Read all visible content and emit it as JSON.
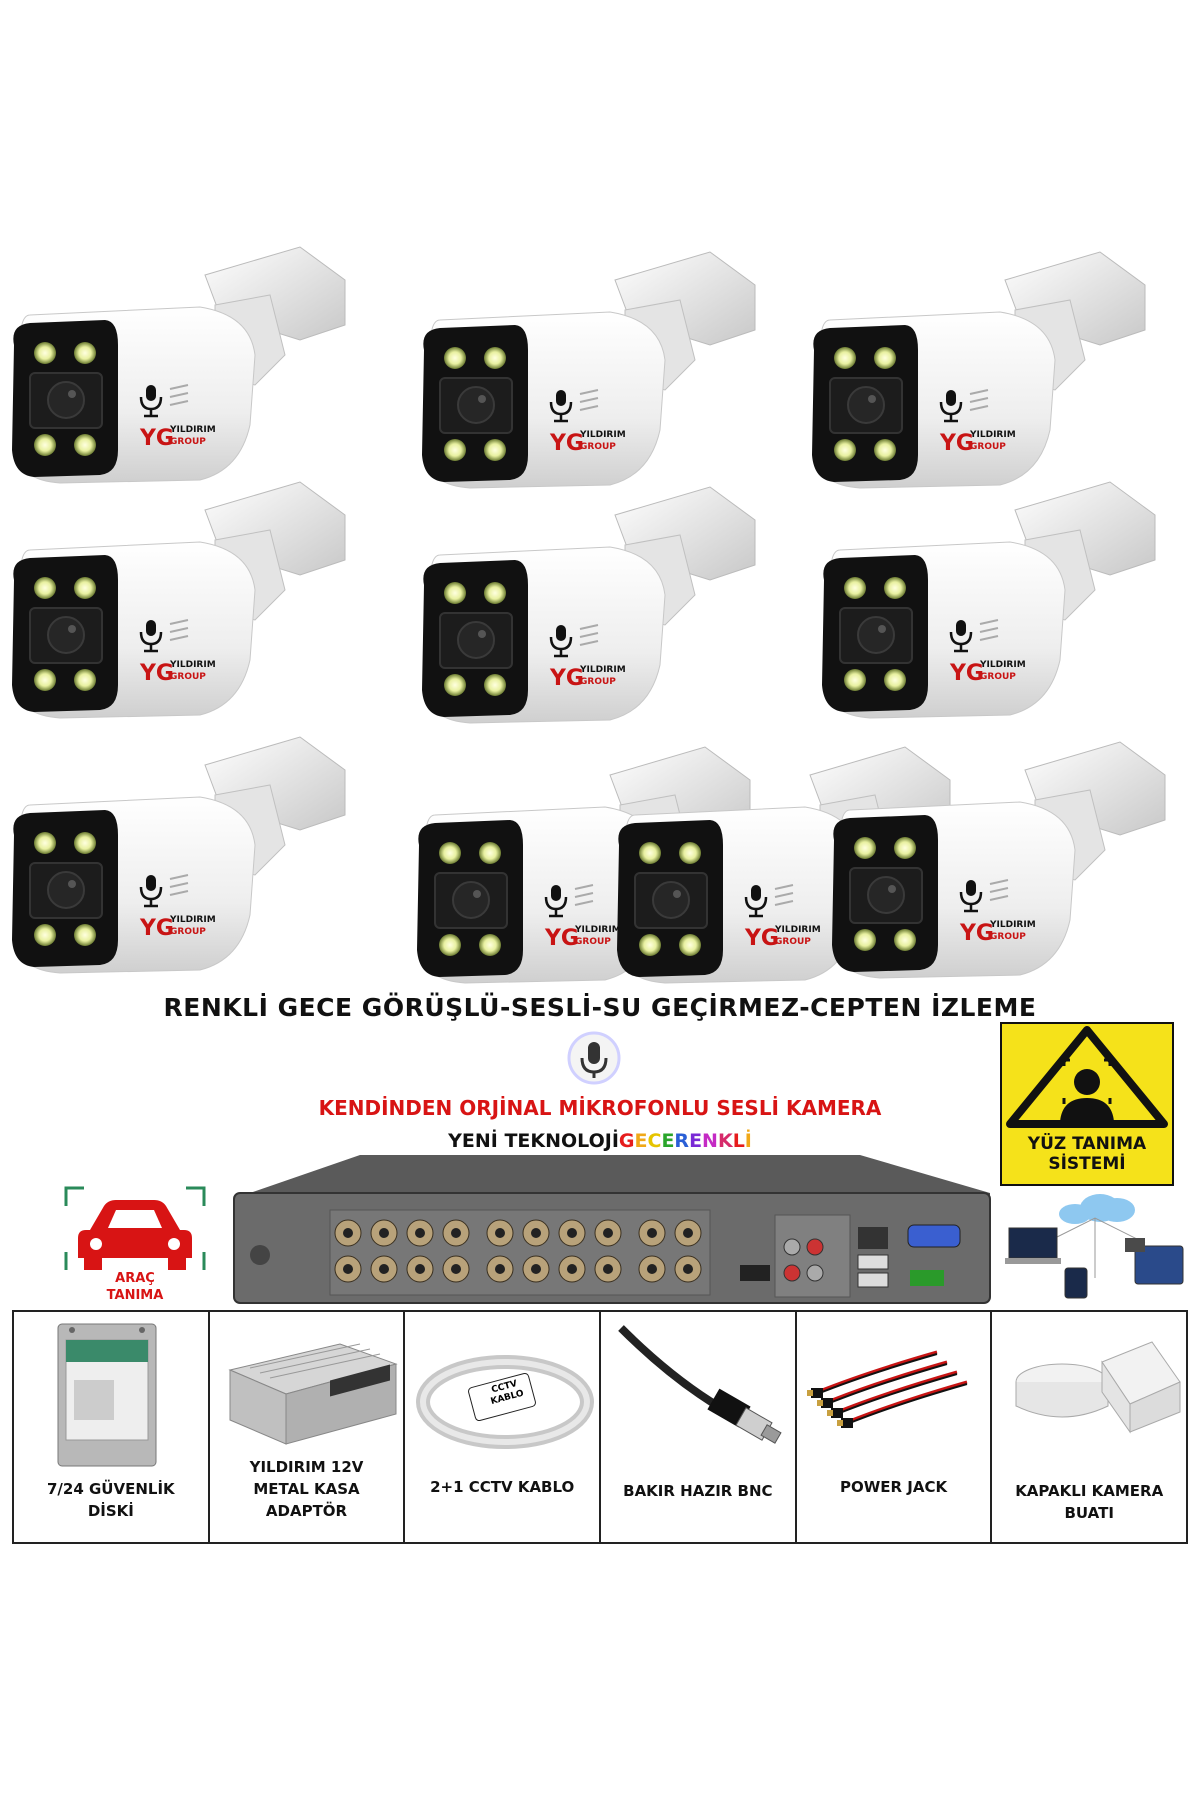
{
  "cameras": [
    {
      "brand_top": "YILDIRIM",
      "brand_bottom": "GROUP"
    },
    {
      "brand_top": "YILDIRIM",
      "brand_bottom": "GROUP"
    },
    {
      "brand_top": "YILDIRIM",
      "brand_bottom": "GROUP"
    },
    {
      "brand_top": "YILDIRIM",
      "brand_bottom": "GROUP"
    },
    {
      "brand_top": "YILDIRIM",
      "brand_bottom": "GROUP"
    },
    {
      "brand_top": "YILDIRIM",
      "brand_bottom": "GROUP"
    },
    {
      "brand_top": "YILDIRIM",
      "brand_bottom": "GROUP"
    },
    {
      "brand_top": "YILDIRIM",
      "brand_bottom": "GROUP"
    },
    {
      "brand_top": "YILDIRIM",
      "brand_bottom": "GROUP"
    },
    {
      "brand_top": "YILDIRIM",
      "brand_bottom": "GROUP"
    }
  ],
  "headline": "RENKLİ GECE GÖRÜŞLÜ-SESLİ-SU GEÇİRMEZ-CEPTEN İZLEME",
  "mic_feature": "KENDİNDEN ORJİNAL MİKROFONLU SESLİ KAMERA",
  "tech_line": {
    "prefix": "YENİ TEKNOLOJİ ",
    "word1": "GECE",
    "space": " ",
    "word2": "RENKLİ",
    "word1_colors": [
      "#e61c1c",
      "#f0a818",
      "#e6c400",
      "#2aa52a"
    ],
    "word2_colors": [
      "#2a5fd6",
      "#7a2ad6",
      "#c42ac4",
      "#d62a6a",
      "#e61c1c",
      "#f0a818"
    ]
  },
  "face_badge": {
    "line1": "YÜZ TANIMA",
    "line2": "SİSTEMİ"
  },
  "vehicle_badge": {
    "line1": "ARAÇ",
    "line2": "TANIMA"
  },
  "cable_tag": {
    "line1": "CCTV",
    "line2": "KABLO"
  },
  "colors": {
    "accent_red": "#d81414",
    "warning_yellow": "#f5e21a"
  },
  "accessories": [
    {
      "line1": "7/24 GÜVENLİK",
      "line2": "DİSKİ",
      "line3": ""
    },
    {
      "line1": "YILDIRIM 12V",
      "line2": "METAL KASA",
      "line3": "ADAPTÖR"
    },
    {
      "line1": "2+1 CCTV KABLO",
      "line2": "",
      "line3": ""
    },
    {
      "line1": "BAKIR HAZIR BNC",
      "line2": "",
      "line3": ""
    },
    {
      "line1": "POWER JACK",
      "line2": "",
      "line3": ""
    },
    {
      "line1": "KAPAKLI KAMERA",
      "line2": "BUATI",
      "line3": ""
    }
  ]
}
